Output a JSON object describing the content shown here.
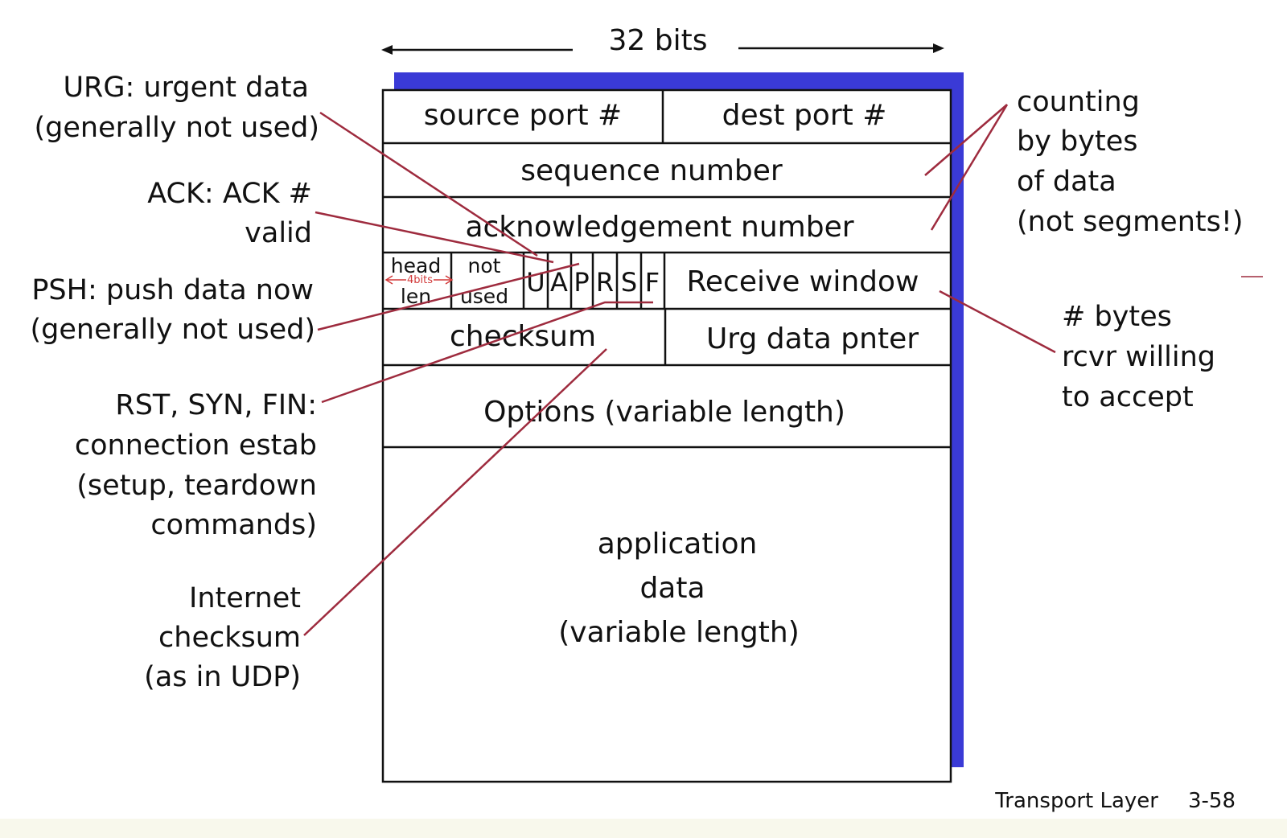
{
  "header_width_label": "32 bits",
  "fields": {
    "source_port": "source port #",
    "dest_port": "dest port #",
    "sequence_number": "sequence number",
    "ack_number": "acknowledgement number",
    "head_len_line1": "head",
    "head_len_line2": "len",
    "head_len_note": "4bits",
    "not_used_line1": "not",
    "not_used_line2": "used",
    "flags": [
      "U",
      "A",
      "P",
      "R",
      "S",
      "F"
    ],
    "receive_window": "Receive window",
    "checksum": "checksum",
    "urg_data_pointer": "Urg data pnter",
    "options": "Options (variable length)",
    "app_data_line1": "application",
    "app_data_line2": "data",
    "app_data_line3": "(variable length)"
  },
  "annotations": {
    "urg": [
      "URG: urgent data",
      "(generally not used)"
    ],
    "ack": [
      "ACK: ACK #",
      "valid"
    ],
    "psh": [
      "PSH: push data now",
      "(generally not used)"
    ],
    "rst_syn_fin": [
      "RST, SYN, FIN:",
      "connection estab",
      "(setup, teardown",
      "commands)"
    ],
    "internet_checksum": [
      "Internet",
      "checksum",
      "(as in UDP)"
    ],
    "counting": [
      "counting",
      "by bytes",
      "of data",
      "(not segments!)"
    ],
    "bytes_willing": [
      "# bytes",
      "rcvr willing",
      "to accept"
    ]
  },
  "footer": {
    "section": "Transport Layer",
    "slide_number": "3-58"
  },
  "colors": {
    "shadow_blue": "#3a3ad6",
    "annotation_line": "#9e2b3e",
    "hand_note": "#d23a3a",
    "bottom_strip": "#f8f8ec"
  }
}
